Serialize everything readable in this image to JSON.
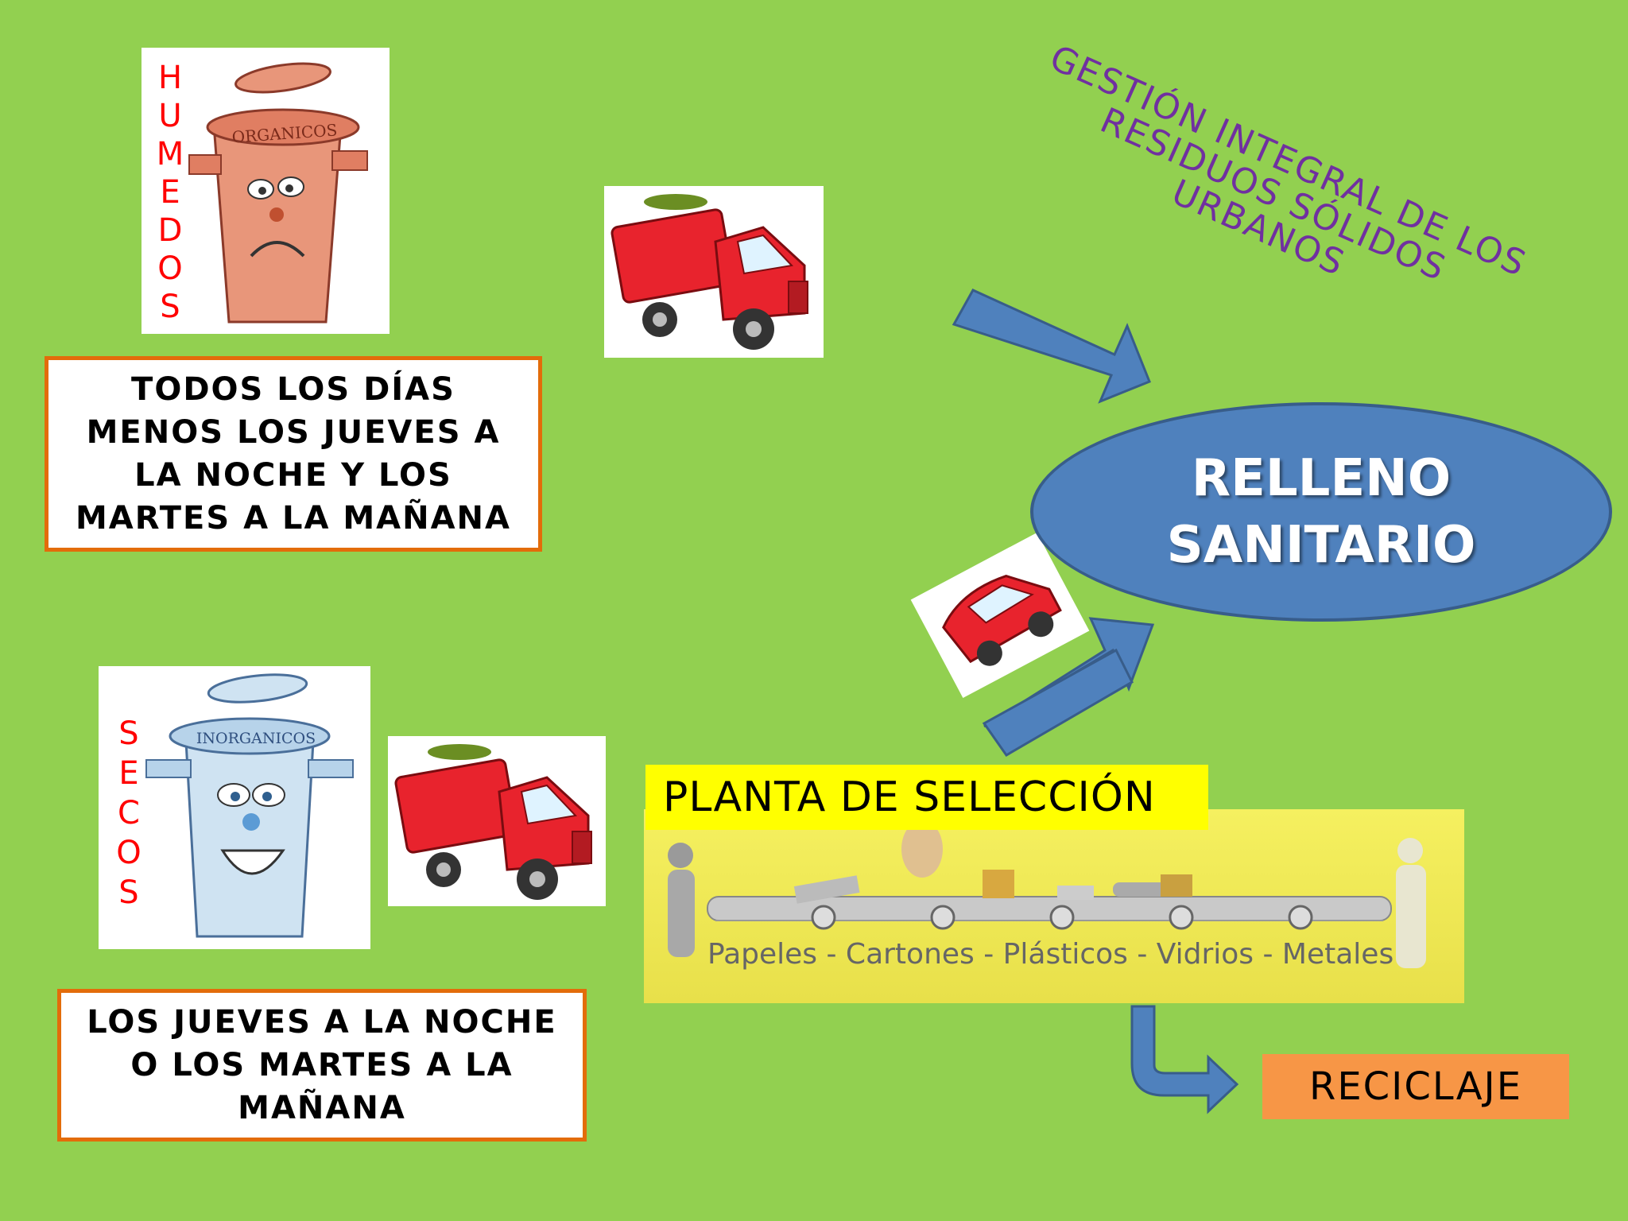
{
  "title": "GESTIÓN INTEGRAL DE LOS RESIDUOS SÓLIDOS URBANOS",
  "humedos": {
    "letters": [
      "H",
      "U",
      "M",
      "E",
      "D",
      "O",
      "S"
    ],
    "bin_label": "ORGANICOS",
    "schedule": "TODOS LOS DÍAS MENOS LOS JUEVES A LA NOCHE Y LOS MARTES A LA MAÑANA"
  },
  "secos": {
    "letters": [
      "S",
      "E",
      "C",
      "O",
      "S"
    ],
    "bin_label": "INORGANICOS",
    "schedule": "LOS JUEVES A LA NOCHE O LOS MARTES A LA MAÑANA"
  },
  "relleno": {
    "line1": "RELLENO",
    "line2": "SANITARIO"
  },
  "planta": {
    "label": "PLANTA DE SELECCIÓN",
    "materials": "Papeles - Cartones - Plásticos - Vidrios - Metales"
  },
  "reciclaje": "RECICLAJE",
  "colors": {
    "background": "#92d050",
    "arrow": "#4f81bd",
    "title": "#7030a0",
    "box_border": "#e36c0a",
    "reciclaje_fill": "#f79646",
    "planta_fill": "#ffff00"
  }
}
